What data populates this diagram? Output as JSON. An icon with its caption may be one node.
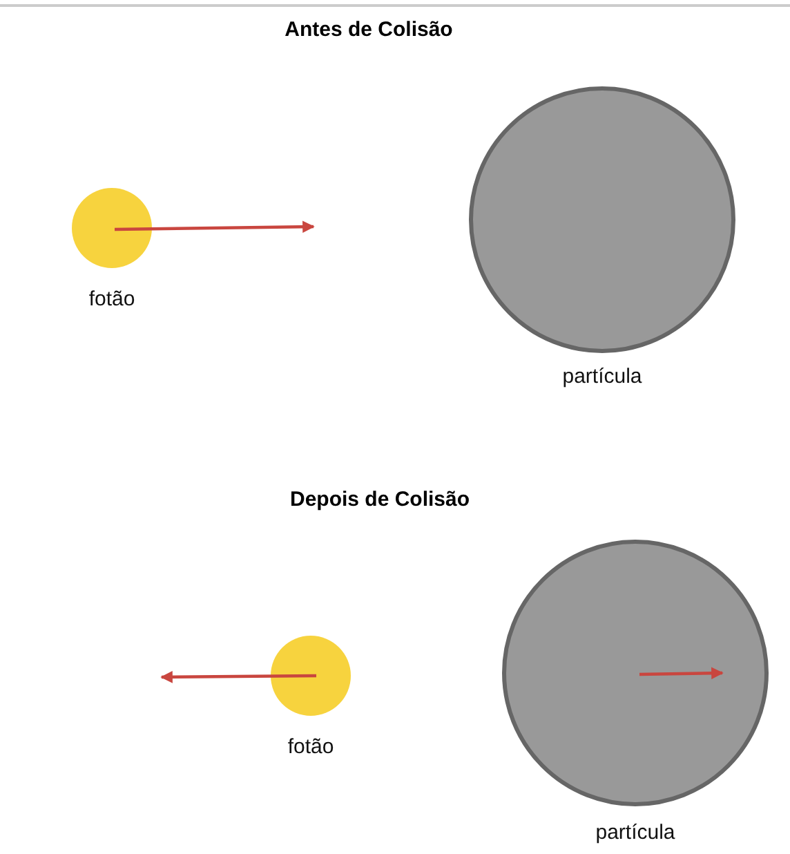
{
  "diagram": {
    "nodes": [
      {
        "text": [
          "fotão"
        ]
      },
      {
        "text": [
          "partícula"
        ]
      },
      {
        "text": [
          "fotão"
        ]
      },
      {
        "text": [
          "partícula"
        ]
      }
    ],
    "labels": [
      "Antes de Colisão",
      "Depois de Colisão"
    ]
  }
}
